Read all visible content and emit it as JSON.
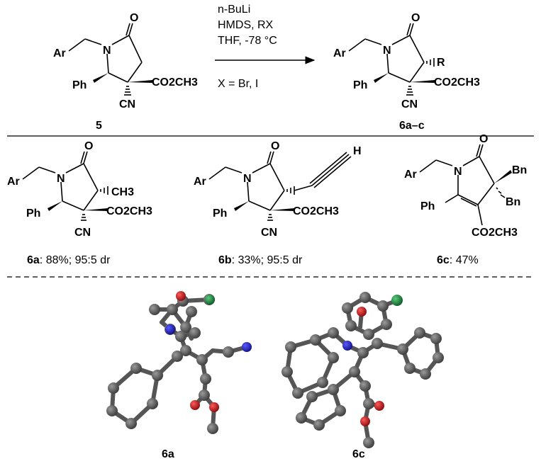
{
  "scheme": {
    "reactant": {
      "id": "5",
      "labels": {
        "ar": "Ar",
        "n": "N",
        "o": "O",
        "ph": "Ph",
        "ester": "CO2CH3",
        "cn": "CN"
      }
    },
    "conditions": {
      "line1": "n-BuLi",
      "line2": "HMDS, RX",
      "line3": "THF, -78 °C",
      "line4": "X = Br, I"
    },
    "product": {
      "id": "6a–c",
      "labels": {
        "ar": "Ar",
        "n": "N",
        "o": "O",
        "r": "R",
        "ph": "Ph",
        "ester": "CO2CH3",
        "cn": "CN"
      }
    }
  },
  "examples": [
    {
      "id": "6a",
      "result": ": 88%; 95:5 dr",
      "labels": {
        "ar": "Ar",
        "n": "N",
        "o": "O",
        "sub": "CH3",
        "ph": "Ph",
        "ester": "CO2CH3",
        "cn": "CN"
      }
    },
    {
      "id": "6b",
      "result": ": 33%; 95:5 dr",
      "labels": {
        "ar": "Ar",
        "n": "N",
        "o": "O",
        "h": "H",
        "ph": "Ph",
        "ester": "CO2CH3",
        "cn": "CN"
      }
    },
    {
      "id": "6c",
      "result": ": 47%",
      "labels": {
        "ar": "Ar",
        "n": "N",
        "o": "O",
        "bn1": "Bn",
        "bn2": "Bn",
        "ph": "Ph",
        "ester": "CO2CH3"
      }
    }
  ],
  "crystal_structures": [
    {
      "id": "6a"
    },
    {
      "id": "6c"
    }
  ],
  "atom_colors": {
    "carbon": "#555555",
    "nitrogen": "#1a1acc",
    "oxygen": "#cc1111",
    "chlorine": "#1a7a3a"
  }
}
